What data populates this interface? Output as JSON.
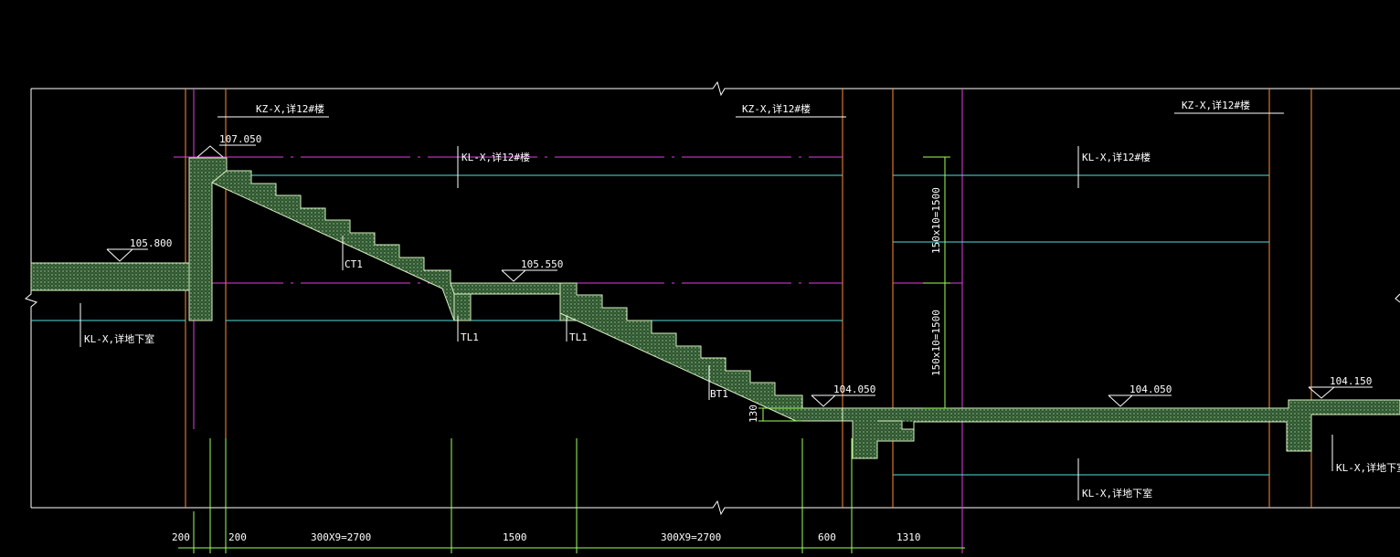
{
  "colors": {
    "background": "#000000",
    "outline": "#ffffff",
    "concrete_fill": "#3f6a3f",
    "concrete_edge": "#d8f0c0",
    "gridline_orange": "#ff8c3a",
    "gridline_magenta": "#e040e0",
    "beam_line_cyan": "#4fe0e0",
    "dimension_green": "#9fff5a",
    "dimension_text": "#ffffff"
  },
  "beam_labels": {
    "kz_1": "KZ-X,详12#楼",
    "kz_2": "KZ-X,详12#楼",
    "kz_3": "KZ-X,详12#楼",
    "kl_upper_1": "KL-X,详12#楼",
    "kl_upper_2": "KL-X,详12#楼",
    "kl_basement_1": "KL-X,详地下室",
    "kl_basement_2": "KL-X,详地下室",
    "kl_basement_3": "KL-X,详地下室"
  },
  "elevations": {
    "e1": "107.050",
    "e2": "105.800",
    "e3": "105.550",
    "e4": "104.050",
    "e5": "104.050",
    "e6": "104.150"
  },
  "member_labels": {
    "ct1": "CT1",
    "tl1_a": "TL1",
    "tl1_b": "TL1",
    "bt1": "BT1"
  },
  "vertical_dimensions": {
    "upper": "150x10=1500",
    "lower": "150x10=1500",
    "slab": "130"
  },
  "bottom_dimensions": [
    "200",
    "200",
    "300X9=2700",
    "1500",
    "300X9=2700",
    "600",
    "1310"
  ]
}
